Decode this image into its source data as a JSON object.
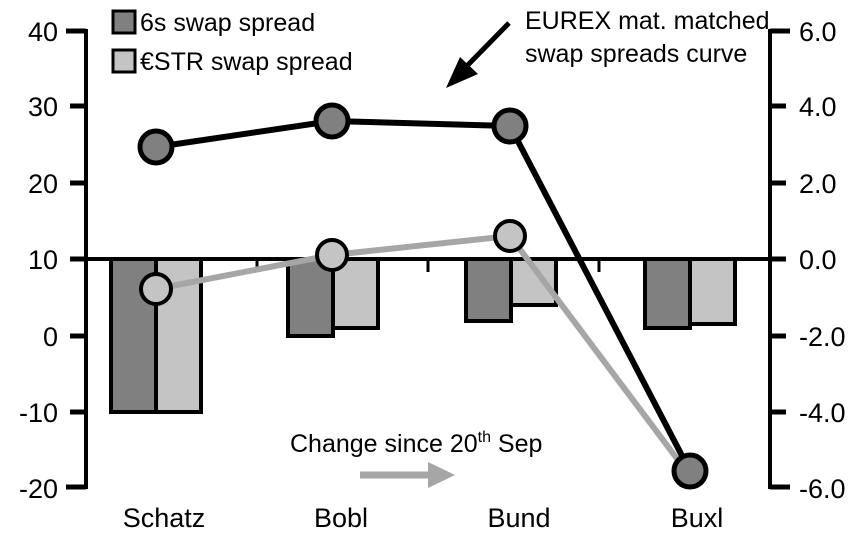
{
  "chart_data": {
    "type": "bar",
    "title": "",
    "subtitle": "",
    "xlabel": "",
    "ylabel": "",
    "categories": [
      "Schatz",
      "Bobl",
      "Bund",
      "Buxl"
    ],
    "left_axis": {
      "label": "",
      "ticks": [
        "40",
        "30",
        "20",
        "10",
        "0",
        "-10",
        "-20"
      ],
      "tick_values": [
        40,
        30,
        20,
        10,
        0,
        -10,
        -20
      ],
      "ylim": [
        -20,
        40
      ]
    },
    "right_axis": {
      "label": "",
      "ticks": [
        "6.0",
        "4.0",
        "2.0",
        "0.0",
        "-2.0",
        "-4.0",
        "-6.0"
      ],
      "tick_values": [
        6.0,
        4.0,
        2.0,
        0.0,
        -2.0,
        -4.0,
        -6.0
      ],
      "ylim": [
        -6.0,
        6.0
      ]
    },
    "grid": false,
    "zero_line_axis": "right",
    "series": [
      {
        "name": "6s swap spread",
        "type": "bar",
        "axis": "right",
        "color": "#808080",
        "values": [
          -4.0,
          -2.0,
          -1.6,
          -1.8
        ]
      },
      {
        "name": "€STR swap spread",
        "type": "bar",
        "axis": "right",
        "color": "#c4c4c4",
        "values": [
          -4.0,
          -1.8,
          -1.2,
          -1.7
        ]
      },
      {
        "name": "EUREX mat. matched swap spreads curve",
        "type": "line",
        "axis": "left",
        "color": "#000000",
        "marker_fill": "#808080",
        "values": [
          24.6,
          28.0,
          27.4,
          -18.0
        ]
      },
      {
        "name": "Change since 20th Sep",
        "type": "line",
        "axis": "left",
        "color": "#a6a6a6",
        "marker_fill": "#c4c4c4",
        "values": [
          6.1,
          10.5,
          12.8,
          -19.2
        ]
      }
    ],
    "legend": {
      "position": "top-left",
      "entries": [
        {
          "label": "6s swap spread",
          "swatch": "#808080"
        },
        {
          "label": "€STR swap spread",
          "swatch": "#c4c4c4"
        }
      ]
    },
    "annotations": [
      {
        "id": "eurex-callout",
        "text_line1": "EUREX mat. matched",
        "text_line2": "swap spreads curve",
        "arrow": "down-left-arrow"
      },
      {
        "id": "change-callout",
        "text": "Change since 20",
        "superscript": "th",
        "text_tail": " Sep",
        "arrow": "right-arrow",
        "arrow_color": "#a6a6a6"
      }
    ]
  }
}
